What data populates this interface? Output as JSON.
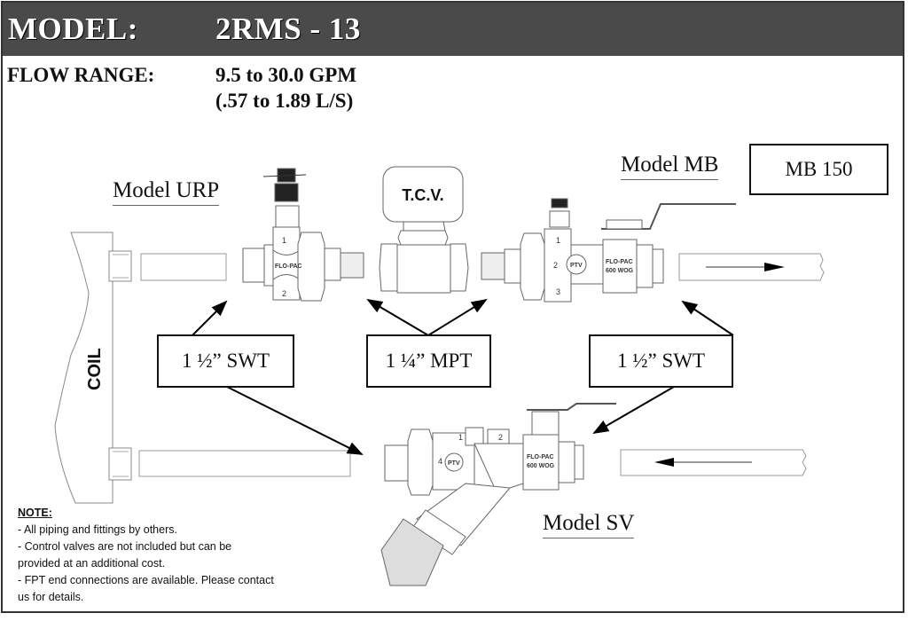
{
  "header": {
    "model_label": "MODEL:",
    "model_value": "2RMS - 13"
  },
  "flow_range": {
    "label": "FLOW RANGE:",
    "gpm": "9.5 to 30.0 GPM",
    "lps": "(.57 to 1.89 L/S)"
  },
  "models": {
    "urp": "Model URP",
    "mb": "Model MB",
    "sv": "Model SV"
  },
  "mb_size_box": "MB 150",
  "tcv_label": "T.C.V.",
  "coil_label": "COIL",
  "connection_boxes": [
    {
      "label": "1 ½” SWT"
    },
    {
      "label": "1 ¼” MPT"
    },
    {
      "label": "1 ½” SWT"
    }
  ],
  "valve_markings": {
    "brand": "FLO-PAC",
    "rating": "600 WOG",
    "ptv": "PTV",
    "port_numbers": [
      "1",
      "2",
      "3",
      "4"
    ]
  },
  "notes": {
    "title": "NOTE:",
    "lines": [
      "- All piping and fittings by others.",
      "- Control valves are not included but can be",
      "provided at an additional cost.",
      "- FPT end connections are available.  Please contact",
      "us for details."
    ]
  }
}
